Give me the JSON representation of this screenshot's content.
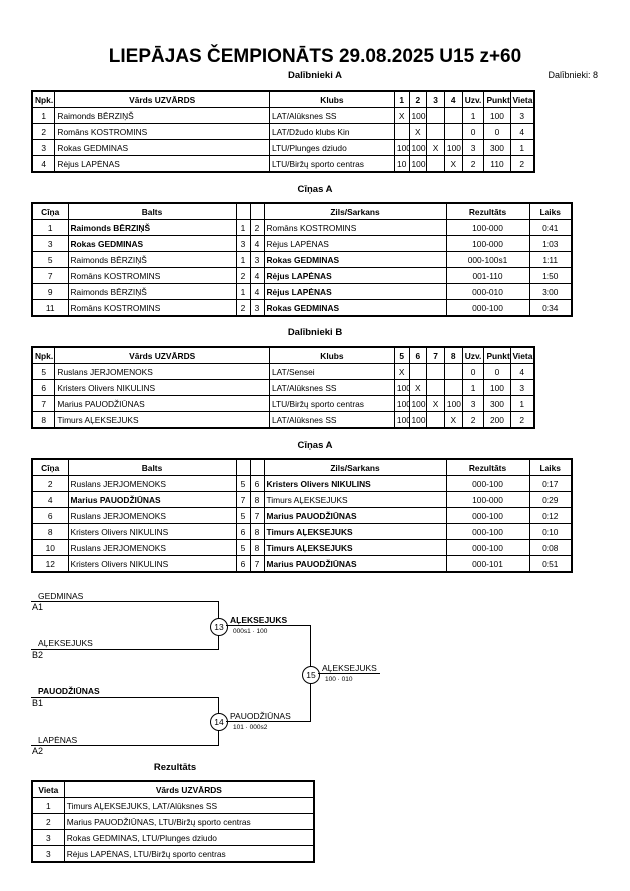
{
  "header": {
    "title": "LIEPĀJAS ČEMPIONĀTS  29.08.2025      U15 z+60"
  },
  "part_a": {
    "title": "Dalībnieki A",
    "count": "Dalībnieki: 8",
    "columns": [
      "Npk.",
      "Vārds UZVĀRDS",
      "Klubs",
      "1",
      "2",
      "3",
      "4",
      "Uzv.",
      "Punkti",
      "Vieta"
    ],
    "rows": [
      [
        "1",
        "Raimonds BĒRZIŅŠ",
        "LAT/Alūksnes SS",
        "X",
        "100",
        "",
        "",
        "1",
        "100",
        "3"
      ],
      [
        "2",
        "Romāns KOSTROMINS",
        "LAT/Džudo klubs Kin",
        "",
        "X",
        "",
        "",
        "0",
        "0",
        "4"
      ],
      [
        "3",
        "Rokas GEDMINAS",
        "LTU/Plunges dziudo",
        "100",
        "100",
        "X",
        "100",
        "3",
        "300",
        "1"
      ],
      [
        "4",
        "Rėjus LAPĖNAS",
        "LTU/Biržų sporto centras",
        "10",
        "100",
        "",
        "X",
        "2",
        "110",
        "2"
      ]
    ]
  },
  "fights_a": {
    "title": "Cīņas A",
    "columns": [
      "Cīņa",
      "Balts",
      "",
      "",
      "Zils/Sarkans",
      "Rezultāts",
      "Laiks"
    ],
    "rows": [
      {
        "n": "1",
        "white": "Raimonds BĒRZIŅŠ",
        "wb": true,
        "a": "1",
        "b": "2",
        "blue": "Romāns KOSTROMINS",
        "bb": false,
        "res": "100-000",
        "time": "0:41"
      },
      {
        "n": "3",
        "white": "Rokas GEDMINAS",
        "wb": true,
        "a": "3",
        "b": "4",
        "blue": "Rėjus LAPĖNAS",
        "bb": false,
        "res": "100-000",
        "time": "1:03"
      },
      {
        "n": "5",
        "white": "Raimonds BĒRZIŅŠ",
        "wb": false,
        "a": "1",
        "b": "3",
        "blue": "Rokas GEDMINAS",
        "bb": true,
        "res": "000-100s1",
        "time": "1:11"
      },
      {
        "n": "7",
        "white": "Romāns KOSTROMINS",
        "wb": false,
        "a": "2",
        "b": "4",
        "blue": "Rėjus LAPĖNAS",
        "bb": true,
        "res": "001-110",
        "time": "1:50"
      },
      {
        "n": "9",
        "white": "Raimonds BĒRZIŅŠ",
        "wb": false,
        "a": "1",
        "b": "4",
        "blue": "Rėjus LAPĖNAS",
        "bb": true,
        "res": "000-010",
        "time": "3:00"
      },
      {
        "n": "11",
        "white": "Romāns KOSTROMINS",
        "wb": false,
        "a": "2",
        "b": "3",
        "blue": "Rokas GEDMINAS",
        "bb": true,
        "res": "000-100",
        "time": "0:34"
      }
    ]
  },
  "part_b": {
    "title": "Dalībnieki B",
    "columns": [
      "Npk.",
      "Vārds UZVĀRDS",
      "Klubs",
      "5",
      "6",
      "7",
      "8",
      "Uzv.",
      "Punkti",
      "Vieta"
    ],
    "rows": [
      [
        "5",
        "Ruslans JERJOMENOKS",
        "LAT/Sensei",
        "X",
        "",
        "",
        "",
        "0",
        "0",
        "4"
      ],
      [
        "6",
        "Kristers Olivers NIKULINS",
        "LAT/Alūksnes SS",
        "100",
        "X",
        "",
        "",
        "1",
        "100",
        "3"
      ],
      [
        "7",
        "Marius PAUODŽIŪNAS",
        "LTU/Biržų sporto centras",
        "100",
        "100",
        "X",
        "100",
        "3",
        "300",
        "1"
      ],
      [
        "8",
        "Timurs AĻEKSEJUKS",
        "LAT/Alūksnes SS",
        "100",
        "100",
        "",
        "X",
        "2",
        "200",
        "2"
      ]
    ]
  },
  "fights_b": {
    "title": "Cīņas A",
    "columns": [
      "Cīņa",
      "Balts",
      "",
      "",
      "Zils/Sarkans",
      "Rezultāts",
      "Laiks"
    ],
    "rows": [
      {
        "n": "2",
        "white": "Ruslans JERJOMENOKS",
        "wb": false,
        "a": "5",
        "b": "6",
        "blue": "Kristers Olivers NIKULINS",
        "bb": true,
        "res": "000-100",
        "time": "0:17"
      },
      {
        "n": "4",
        "white": "Marius PAUODŽIŪNAS",
        "wb": true,
        "a": "7",
        "b": "8",
        "blue": "Timurs AĻEKSEJUKS",
        "bb": false,
        "res": "100-000",
        "time": "0:29"
      },
      {
        "n": "6",
        "white": "Ruslans JERJOMENOKS",
        "wb": false,
        "a": "5",
        "b": "7",
        "blue": "Marius PAUODŽIŪNAS",
        "bb": true,
        "res": "000-100",
        "time": "0:12"
      },
      {
        "n": "8",
        "white": "Kristers Olivers NIKULINS",
        "wb": false,
        "a": "6",
        "b": "8",
        "blue": "Timurs AĻEKSEJUKS",
        "bb": true,
        "res": "000-100",
        "time": "0:10"
      },
      {
        "n": "10",
        "white": "Ruslans JERJOMENOKS",
        "wb": false,
        "a": "5",
        "b": "8",
        "blue": "Timurs AĻEKSEJUKS",
        "bb": true,
        "res": "000-100",
        "time": "0:08"
      },
      {
        "n": "12",
        "white": "Kristers Olivers NIKULINS",
        "wb": false,
        "a": "6",
        "b": "7",
        "blue": "Marius PAUODŽIŪNAS",
        "bb": true,
        "res": "000-101",
        "time": "0:51"
      }
    ]
  },
  "bracket": {
    "entrant1": "GEDMINAS",
    "entrant1_pos": "A1",
    "entrant2": "AĻEKSEJUKS",
    "entrant2_pos": "B2",
    "entrant3": "PAUODŽIŪNAS",
    "entrant3_pos": "B1",
    "entrant4": "LAPĖNAS",
    "entrant4_pos": "A2",
    "semi1_num": "13",
    "semi1_winner": "AĻEKSEJUKS",
    "semi1_score": "000s1 · 100",
    "semi2_num": "14",
    "semi2_winner": "PAUODŽIŪNAS",
    "semi2_score": "101 · 000s2",
    "final_num": "15",
    "final_winner": "AĻEKSEJUKS",
    "final_score": "100 · 010"
  },
  "results": {
    "title": "Rezultāts",
    "col_place": "Vieta",
    "col_name": "Vārds UZVĀRDS",
    "rows": [
      [
        "1",
        "Timurs AĻEKSEJUKS, LAT/Alūksnes SS"
      ],
      [
        "2",
        "Marius PAUODŽIŪNAS, LTU/Biržų sporto centras"
      ],
      [
        "3",
        "Rokas GEDMINAS, LTU/Plunges dziudo"
      ],
      [
        "3",
        "Rėjus LAPĖNAS, LTU/Biržų sporto centras"
      ]
    ]
  }
}
